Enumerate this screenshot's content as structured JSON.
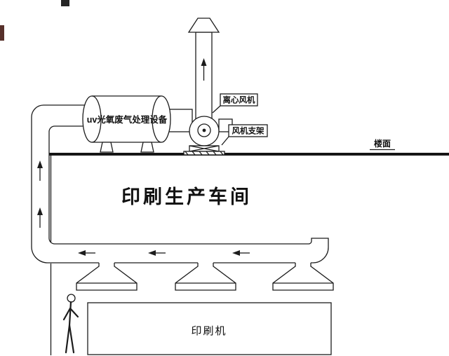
{
  "labels": {
    "fan": "离心风机",
    "fan_support": "风机支架",
    "roof": "楼面",
    "uv_unit": "uv光氧废气处理设备",
    "workshop": "印刷生产车间",
    "printer": "印刷机"
  },
  "arrows": {
    "chimney": "up",
    "riser_duct": [
      "up",
      "up"
    ],
    "main_duct": [
      "left",
      "left",
      "left"
    ]
  },
  "colors": {
    "line": "#1c1c1c",
    "background": "#ffffff"
  }
}
